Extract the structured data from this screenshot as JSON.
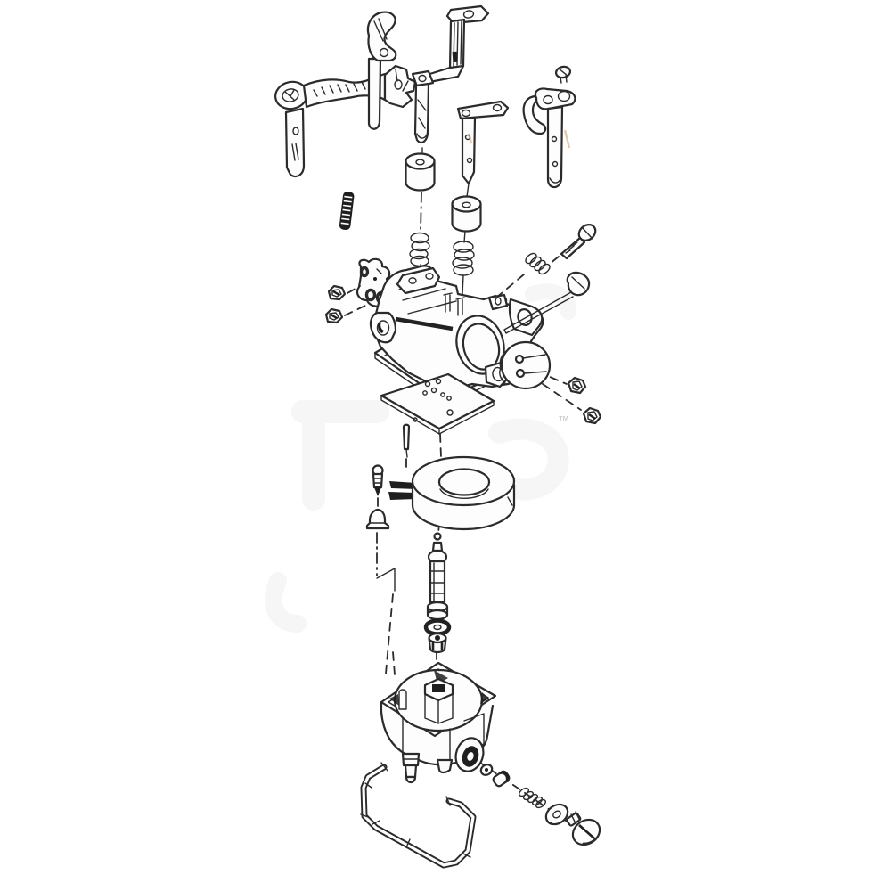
{
  "page": {
    "background_color": "#ffffff",
    "ink_color": "#2b2b2b",
    "scan_artifact_tint": "#cf9a62",
    "watermark_color": "#c2b9b1",
    "description": "Black-and-white exploded-view technical illustration of a small-engine carburetor assembly on a plain white background; no part numbers or labels are printed"
  },
  "diagram": {
    "type": "exploded-parts-diagram",
    "subject": "carburetor-assembly",
    "watermark_tm": "™",
    "parts": [
      {
        "name": "throttle-lever-arm-assembly",
        "area": "top-left"
      },
      {
        "name": "choke-lever-shaft-assembly",
        "area": "top-center-left"
      },
      {
        "name": "shaft-clamp-block",
        "area": "top-center"
      },
      {
        "name": "z-bracket",
        "area": "top-center"
      },
      {
        "name": "throttle-shaft-upper",
        "area": "top-center"
      },
      {
        "name": "throttle-valve-roller-upper",
        "area": "upper-center"
      },
      {
        "name": "valve-spring-upper",
        "area": "upper-center"
      },
      {
        "name": "throttle-shaft-lower",
        "area": "top-center-right"
      },
      {
        "name": "throttle-valve-roller-lower",
        "area": "upper-center"
      },
      {
        "name": "valve-spring-lower",
        "area": "upper-center"
      },
      {
        "name": "mounting-bracket-right",
        "area": "top-right"
      },
      {
        "name": "bracket-screw",
        "area": "top-right"
      },
      {
        "name": "knurled-spring-pin",
        "area": "mid-left"
      },
      {
        "name": "pump-cover-plate",
        "area": "mid-left"
      },
      {
        "name": "pump-cover-screw-1",
        "area": "mid-left"
      },
      {
        "name": "pump-cover-screw-2",
        "area": "mid-left"
      },
      {
        "name": "carburetor-body",
        "area": "center"
      },
      {
        "name": "pilot-screw",
        "area": "center-right"
      },
      {
        "name": "pilot-screw-spring",
        "area": "center-right"
      },
      {
        "name": "idle-adjust-screw",
        "area": "center-right"
      },
      {
        "name": "diaphragm-cover-disc",
        "area": "center-right"
      },
      {
        "name": "cover-screw-1",
        "area": "center-right"
      },
      {
        "name": "cover-screw-2",
        "area": "center-right"
      },
      {
        "name": "gasket-plate",
        "area": "center"
      },
      {
        "name": "jet-needle",
        "area": "center"
      },
      {
        "name": "float-needle-valve",
        "area": "center-left"
      },
      {
        "name": "float-hinge-clip",
        "area": "center"
      },
      {
        "name": "ring-float",
        "area": "center"
      },
      {
        "name": "inlet-cap-nut",
        "area": "center-left"
      },
      {
        "name": "main-nozzle",
        "area": "lower-center"
      },
      {
        "name": "nozzle-washer",
        "area": "lower-center"
      },
      {
        "name": "main-jet",
        "area": "lower-center"
      },
      {
        "name": "float-bowl",
        "area": "bottom-center"
      },
      {
        "name": "bowl-drain-stub",
        "area": "bottom-center"
      },
      {
        "name": "bowl-inlet-boss",
        "area": "bottom-center"
      },
      {
        "name": "bowl-retainer-bail",
        "area": "bottom-left"
      },
      {
        "name": "drain-washer-small",
        "area": "bottom-right"
      },
      {
        "name": "drain-plug",
        "area": "bottom-right"
      },
      {
        "name": "drain-spring",
        "area": "bottom-right"
      },
      {
        "name": "drain-washer-large",
        "area": "bottom-right"
      },
      {
        "name": "bowl-drain-screw",
        "area": "bottom-right"
      }
    ]
  }
}
